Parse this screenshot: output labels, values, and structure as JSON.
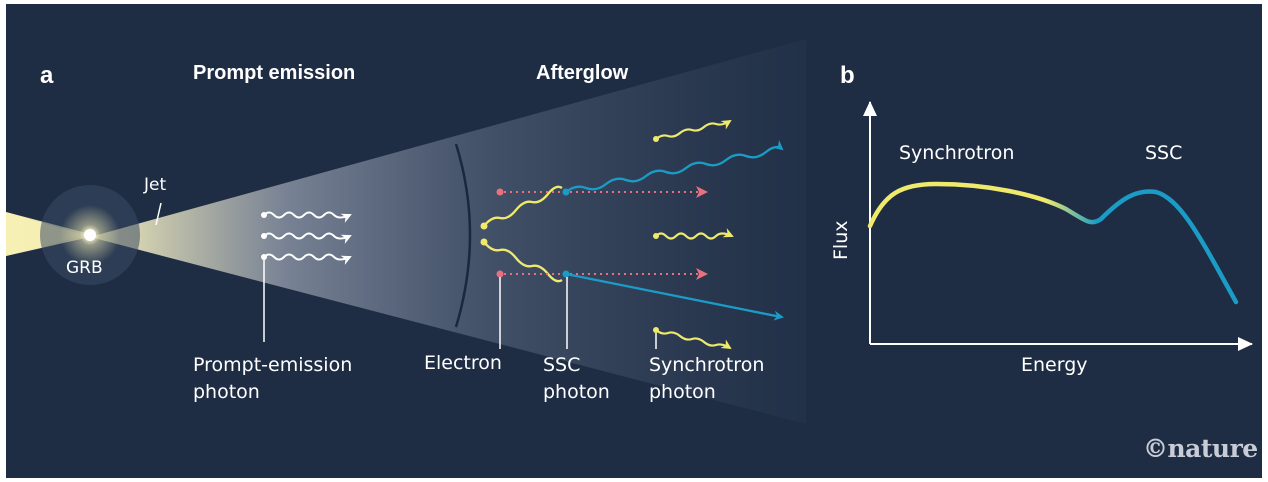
{
  "panel_a": {
    "letter": "a",
    "titles": {
      "prompt": "Prompt emission",
      "afterglow": "Afterglow"
    },
    "labels": {
      "jet": "Jet",
      "grb": "GRB",
      "prompt_photon": [
        "Prompt-emission",
        "photon"
      ],
      "electron": "Electron",
      "ssc_photon": [
        "SSC",
        "photon"
      ],
      "sync_photon": [
        "Synchrotron",
        "photon"
      ]
    }
  },
  "panel_b": {
    "letter": "b",
    "xlabel": "Energy",
    "ylabel": "Flux",
    "curve_labels": {
      "synchrotron": "Synchrotron",
      "ssc": "SSC"
    }
  },
  "colors": {
    "background": "#1e2d44",
    "synchrotron": "#f0ea6c",
    "ssc": "#1b9cc6",
    "electron": "#e9707f",
    "prompt": "#ffffff",
    "jet": "#f5efb0"
  },
  "credit": "©nature"
}
